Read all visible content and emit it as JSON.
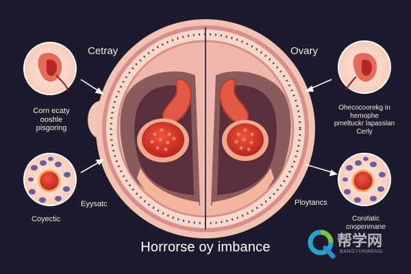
{
  "caption": "Horrorse oy imbance",
  "labels": {
    "top_left_title": "Cetray",
    "top_right_title": "Ovary",
    "left_mid": [
      "Corn ecaty",
      "ooshle",
      "pisgoring"
    ],
    "left_lower": "Eyysatc",
    "left_bottom": "Coyectic",
    "right_mid": [
      "Ohecocoorekg in",
      "hemophe",
      "pmeltuckr lapasslan",
      "Cerly"
    ],
    "right_lower": "Ploytancs",
    "right_bottom": [
      "Corofatic",
      "cnopenmane"
    ]
  },
  "watermark": {
    "logo_text": "帮学网",
    "sub_text": "BANGYUNWANG"
  },
  "colors": {
    "background": "#1d1a2e",
    "organ_outer": "#f3c6b6",
    "organ_wall": "#e9a7a2",
    "tissue_red": "#e3503a",
    "cell_purple": "#6b5d9a",
    "follicle_fill": "#d8342a"
  }
}
